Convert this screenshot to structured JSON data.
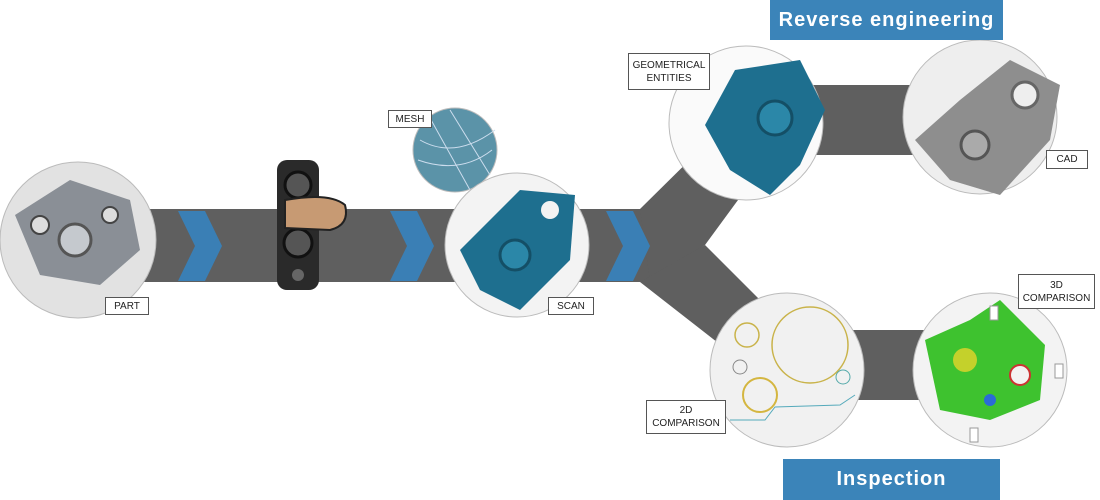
{
  "colors": {
    "band": "#5f5f5f",
    "chevron": "#3a7fb5",
    "banner": "#3b84b9",
    "scan": "#1e6f8f"
  },
  "banners": {
    "reverse_engineering": "Reverse engineering",
    "inspection": "Inspection"
  },
  "labels": {
    "part": "PART",
    "scan": "SCAN",
    "mesh": "MESH",
    "geometrical_entities": "GEOMETRICAL\nENTITIES",
    "cad": "CAD",
    "comparison_3d": "3D\nCOMPARISON",
    "comparison_2d": "2D\nCOMPARISON"
  }
}
